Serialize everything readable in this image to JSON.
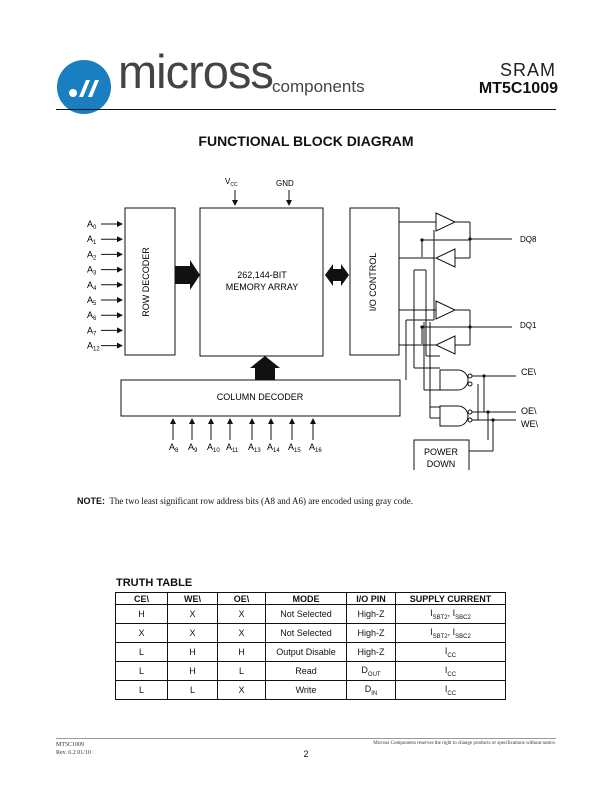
{
  "header": {
    "logo_text": "micross",
    "logo_sub": "components",
    "doc_type": "SRAM",
    "part_number": "MT5C1009"
  },
  "title": "FUNCTIONAL BLOCK DIAGRAM",
  "diagram": {
    "address_inputs": [
      {
        "base": "A",
        "sub": "0"
      },
      {
        "base": "A",
        "sub": "1"
      },
      {
        "base": "A",
        "sub": "2"
      },
      {
        "base": "A",
        "sub": "3"
      },
      {
        "base": "A",
        "sub": "4"
      },
      {
        "base": "A",
        "sub": "5"
      },
      {
        "base": "A",
        "sub": "6"
      },
      {
        "base": "A",
        "sub": "7"
      },
      {
        "base": "A",
        "sub": "12"
      }
    ],
    "column_inputs": [
      {
        "base": "A",
        "sub": "8"
      },
      {
        "base": "A",
        "sub": "9"
      },
      {
        "base": "A",
        "sub": "10"
      },
      {
        "base": "A",
        "sub": "11"
      },
      {
        "base": "A",
        "sub": "13"
      },
      {
        "base": "A",
        "sub": "14"
      },
      {
        "base": "A",
        "sub": "15"
      },
      {
        "base": "A",
        "sub": "16"
      }
    ],
    "vcc": {
      "base": "V",
      "sub": "CC"
    },
    "gnd": "GND",
    "row_decoder": "ROW DECODER",
    "memory_array_line1": "262,144-BIT",
    "memory_array_line2": "MEMORY ARRAY",
    "io_control": "I/O CONTROL",
    "column_decoder": "COLUMN DECODER",
    "dq8": "DQ8",
    "dq1": "DQ1",
    "ce": "CE\\",
    "oe": "OE\\",
    "we": "WE\\",
    "power_down_line1": "POWER",
    "power_down_line2": "DOWN"
  },
  "note": {
    "label": "NOTE:",
    "text": "The two least significant row address bits (A8 and A6) are encoded using gray code."
  },
  "truth_table": {
    "title": "TRUTH TABLE",
    "headers": [
      "CE\\",
      "WE\\",
      "OE\\",
      "MODE",
      "I/O PIN",
      "SUPPLY CURRENT"
    ],
    "rows": [
      {
        "ce": "H",
        "we": "X",
        "oe": "X",
        "mode": "Not Selected",
        "io": {
          "base": "High-Z",
          "sub": ""
        },
        "supply": {
          "a": "I",
          "as": "SBT2",
          "sep": ", ",
          "b": "I",
          "bs": "SBC2"
        }
      },
      {
        "ce": "X",
        "we": "X",
        "oe": "X",
        "mode": "Not Selected",
        "io": {
          "base": "High-Z",
          "sub": ""
        },
        "supply": {
          "a": "I",
          "as": "SBT2",
          "sep": ", ",
          "b": "I",
          "bs": "SBC2"
        }
      },
      {
        "ce": "L",
        "we": "H",
        "oe": "H",
        "mode": "Output Disable",
        "io": {
          "base": "High-Z",
          "sub": ""
        },
        "supply": {
          "a": "I",
          "as": "CC",
          "sep": "",
          "b": "",
          "bs": ""
        }
      },
      {
        "ce": "L",
        "we": "H",
        "oe": "L",
        "mode": "Read",
        "io": {
          "base": "D",
          "sub": "OUT"
        },
        "supply": {
          "a": "I",
          "as": "CC",
          "sep": "",
          "b": "",
          "bs": ""
        }
      },
      {
        "ce": "L",
        "we": "L",
        "oe": "X",
        "mode": "Write",
        "io": {
          "base": "D",
          "sub": "IN"
        },
        "supply": {
          "a": "I",
          "as": "CC",
          "sep": "",
          "b": "",
          "bs": ""
        }
      }
    ]
  },
  "footer": {
    "part": "MT5C1009",
    "rev": "Rev. 6.2  01/10",
    "disclaimer": "Micross Components reserves the right to change products or specifications without notice.",
    "page": "2"
  },
  "colors": {
    "logo_blue": "#1a7fc1",
    "text": "#111111"
  }
}
